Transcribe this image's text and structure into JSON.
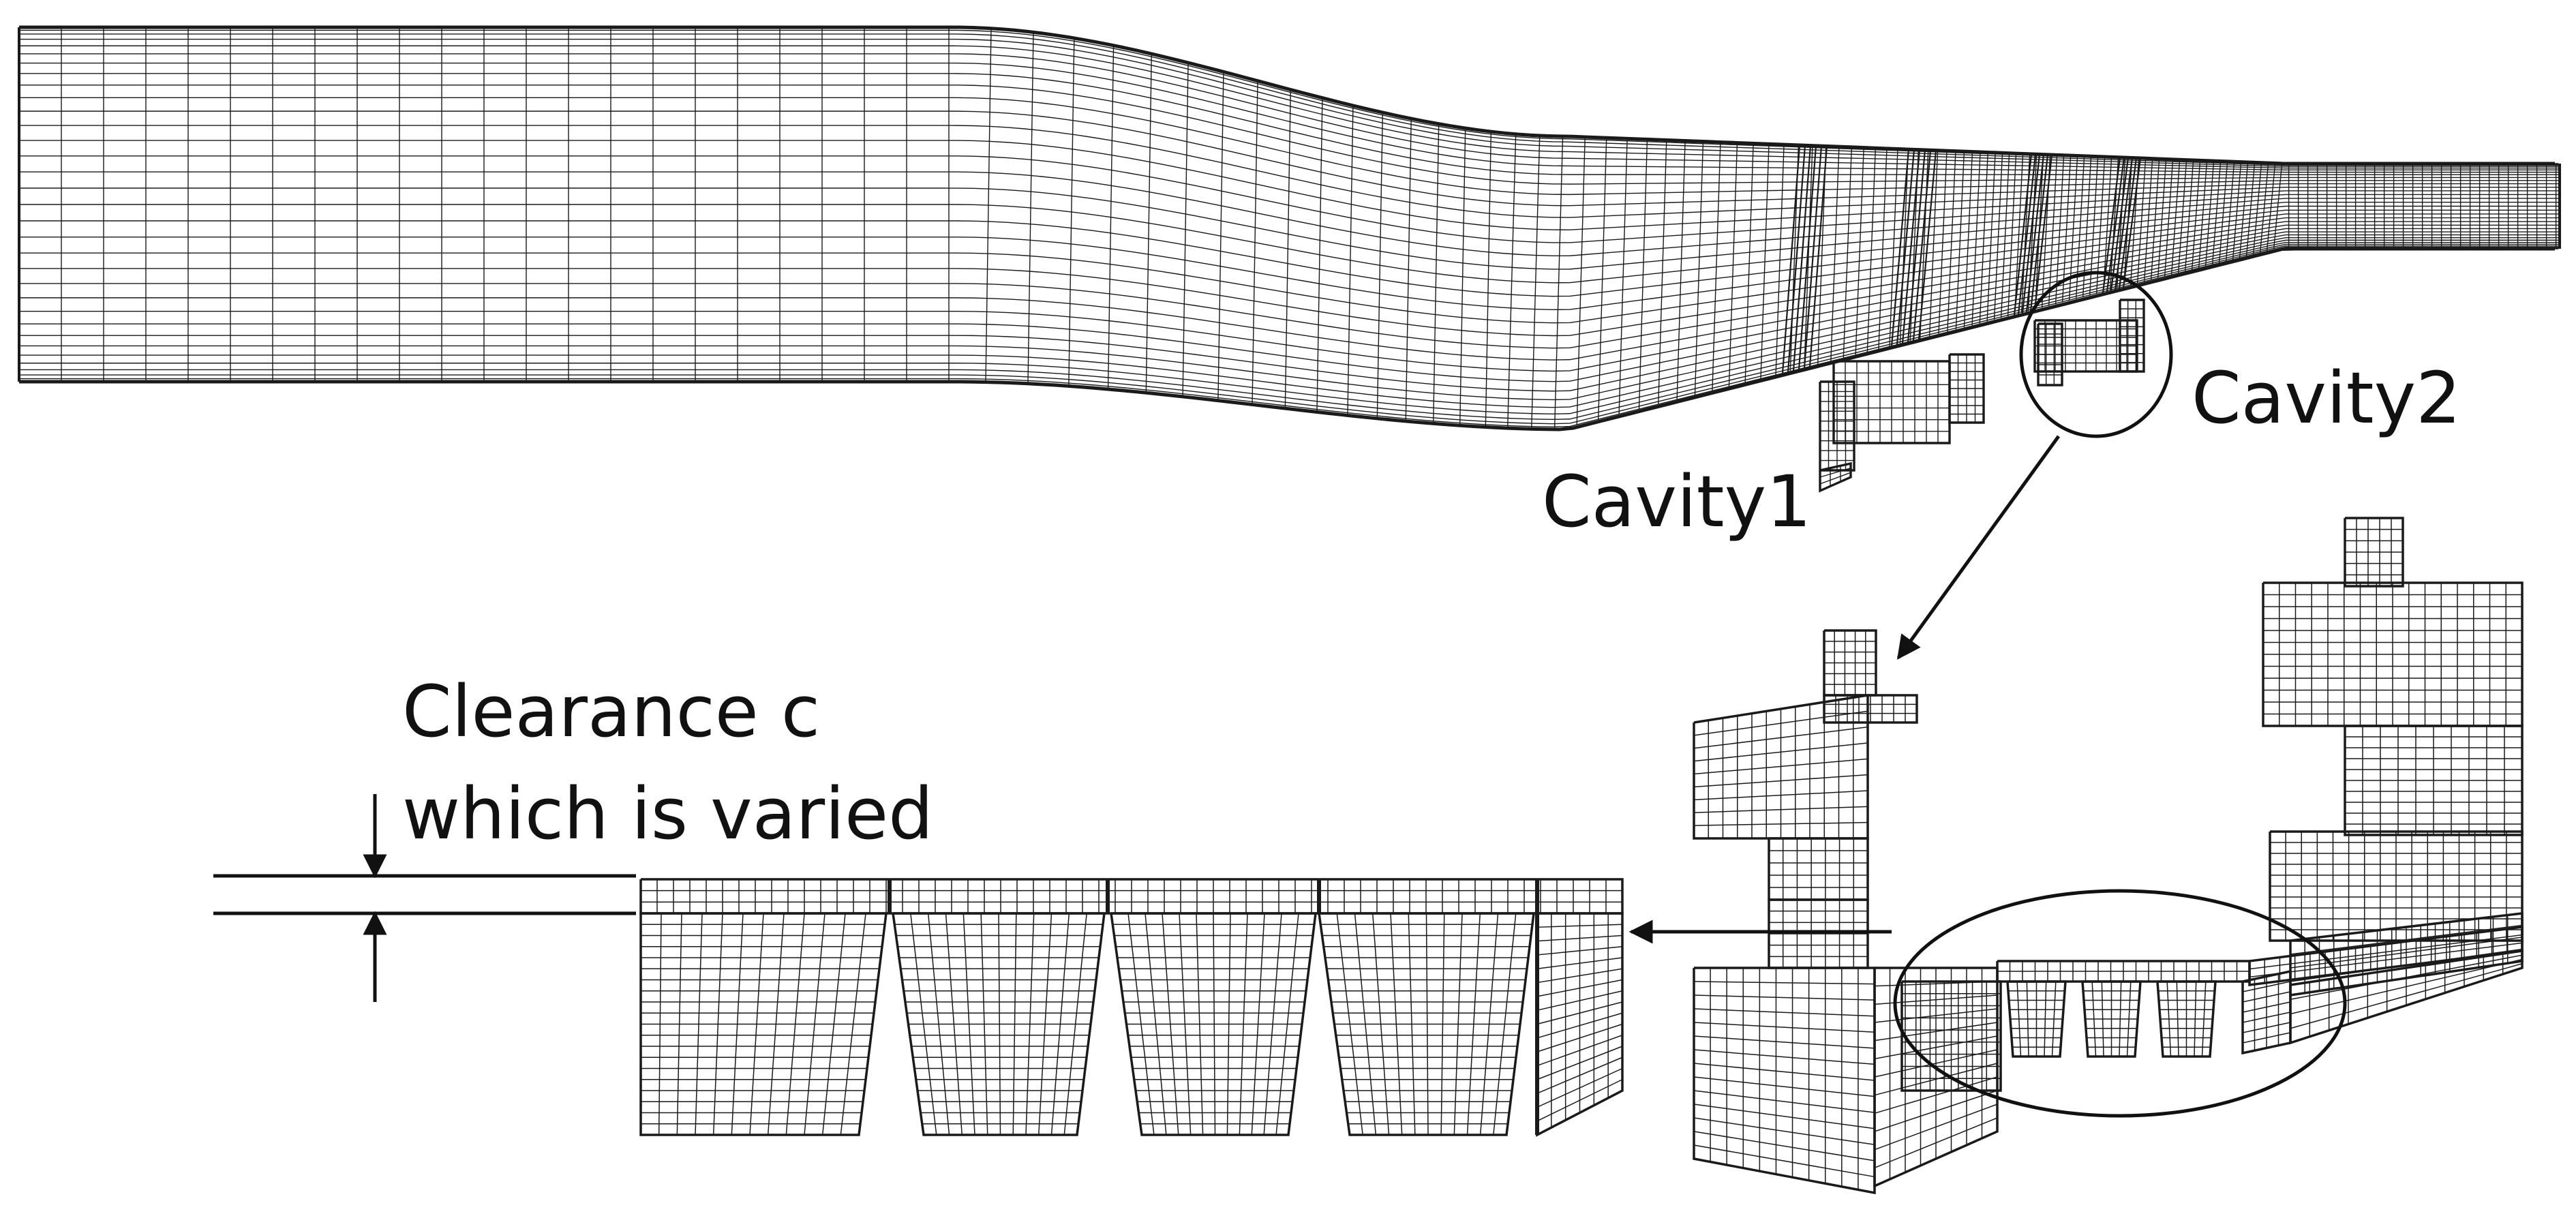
{
  "labels": {
    "cavity1": "Cavity1",
    "cavity2": "Cavity2",
    "clearance_line1": "Clearance c",
    "clearance_line2": "which is varied"
  },
  "colors": {
    "mesh": "#1a1a1a",
    "background": "#ffffff"
  }
}
